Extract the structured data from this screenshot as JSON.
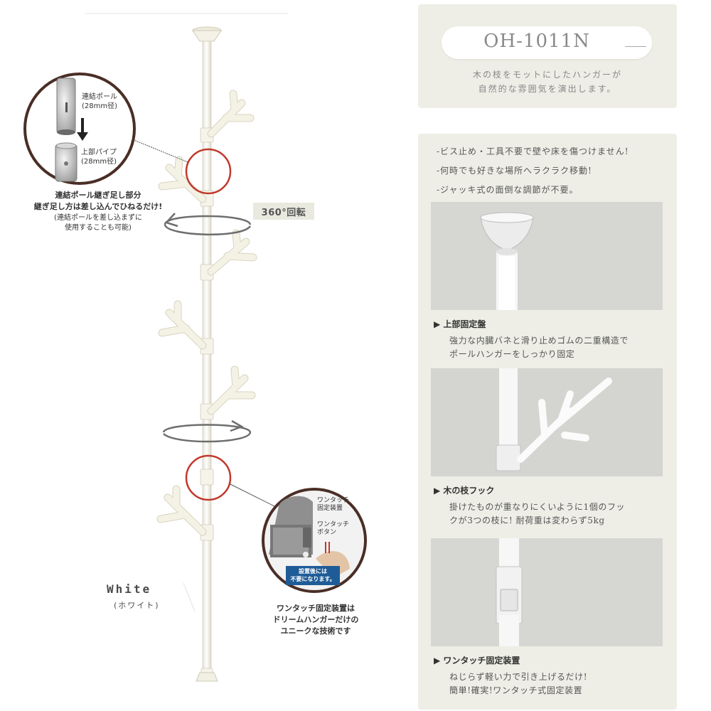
{
  "connector_callout": {
    "top_label_line1": "連結ポール",
    "top_label_line2": "(28mm径)",
    "bottom_label_line1": "上部パイプ",
    "bottom_label_line2": "(28mm径)",
    "note_line1": "連結ポール継ぎ足し部分",
    "note_line2": "継ぎ足し方は差し込んでひねるだけ!",
    "note_line3": "(連結ポールを差し込まずに",
    "note_line4": "使用することも可能)"
  },
  "rotation_label": "360°回転",
  "color_label": "White",
  "color_label_jp": "(ホワイト)",
  "lock_callout": {
    "label1_line1": "ワンタッチ",
    "label1_line2": "固定装置",
    "label2_line1": "ワンタッチ",
    "label2_line2": "ボタン",
    "tag_line1": "設置後には",
    "tag_line2": "不要になります。",
    "note_line1": "ワンタッチ固定装置は",
    "note_line2": "ドリームハンガーだけの",
    "note_line3": "ユニークな技術です"
  },
  "product": {
    "model": "OH-1011N",
    "tagline_line1": "木の枝をモットにしたハンガーが",
    "tagline_line2": "自然的な雰囲気を演出します。"
  },
  "features": {
    "bullets": [
      "-ビス止め・工具不要で壁や床を傷つけません!",
      "-何時でも好きな場所へラクラク移動!",
      "-ジャッキ式の面倒な調節が不要。"
    ],
    "items": [
      {
        "title": "▶ 上部固定盤",
        "desc_line1": "強力な内臓バネと滑り止めゴムの二重構造で",
        "desc_line2": "ポールハンガーをしっかり固定"
      },
      {
        "title": "▶ 木の枝フック",
        "desc_line1": "掛けたものが重なりにくいように1個のフッ",
        "desc_line2": "クが3つの枝に! 耐荷重は変わらず5kg"
      },
      {
        "title": "▶ ワンタッチ固定装置",
        "desc_line1": "ねじらず軽い力で引き上げるだけ!",
        "desc_line2": "簡単!確実!ワンタッチ式固定装置"
      }
    ]
  },
  "colors": {
    "panel_bg": "#eeeee6",
    "highlight_ring": "#c0392b",
    "tag_blue": "#1f5c97",
    "pole_white": "#fbf9ef"
  }
}
